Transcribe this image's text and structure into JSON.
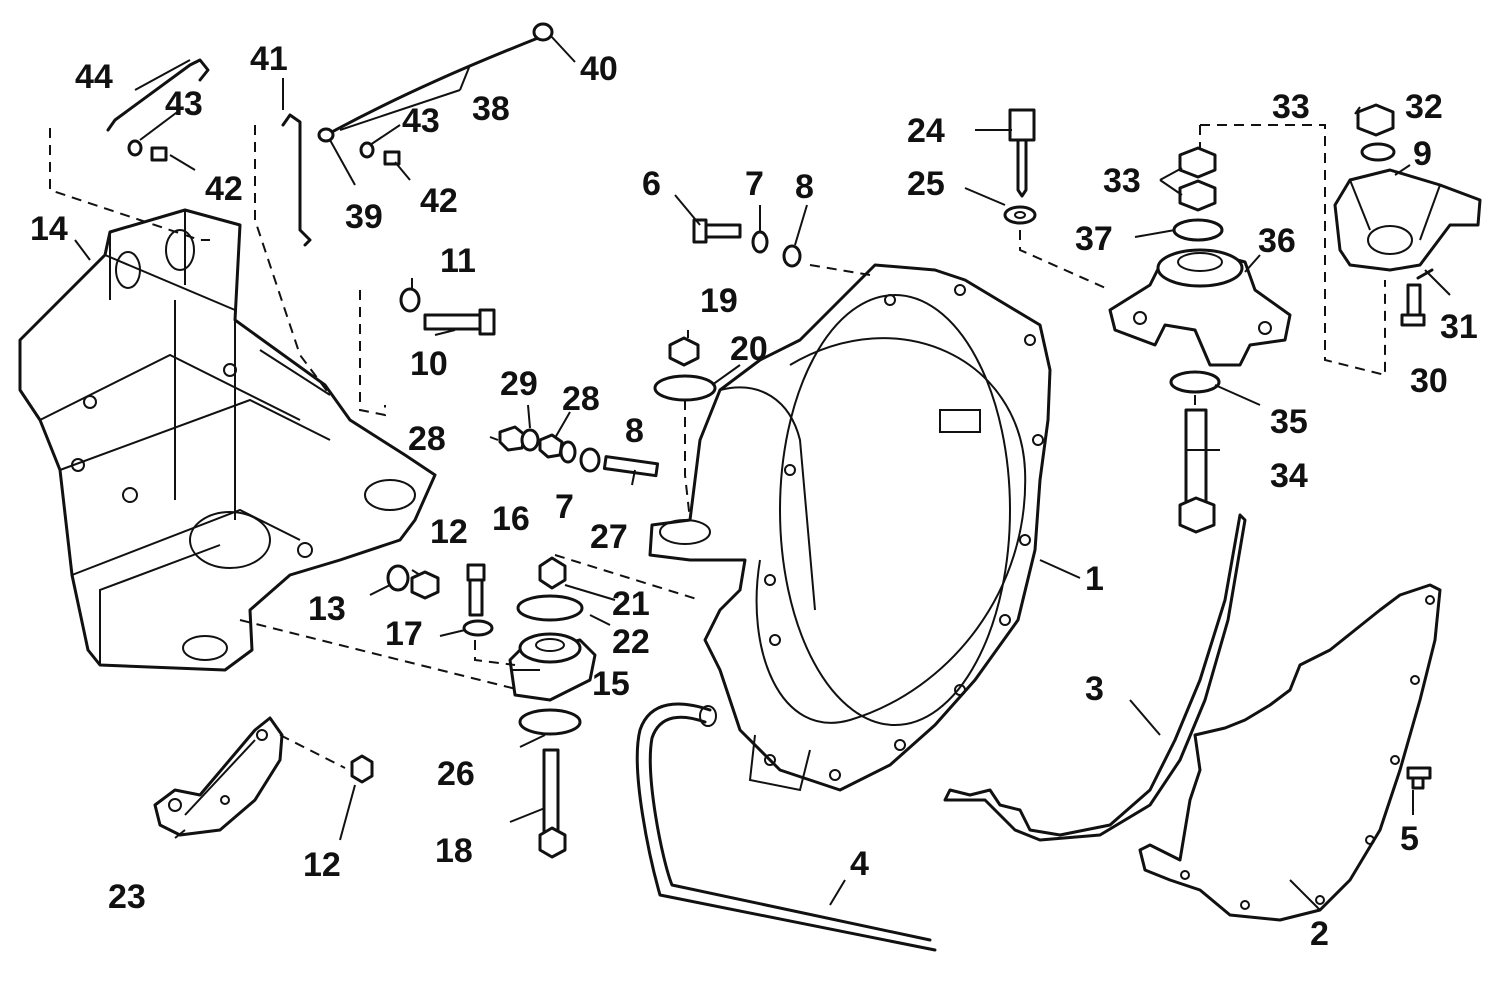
{
  "callouts": {
    "c1": "1",
    "c2": "2",
    "c3": "3",
    "c4": "4",
    "c5": "5",
    "c6": "6",
    "c7a": "7",
    "c7b": "7",
    "c8a": "8",
    "c8b": "8",
    "c9": "9",
    "c10": "10",
    "c11": "11",
    "c12a": "12",
    "c12b": "12",
    "c13": "13",
    "c14": "14",
    "c15": "15",
    "c16": "16",
    "c17": "17",
    "c18": "18",
    "c19": "19",
    "c20": "20",
    "c21": "21",
    "c22": "22",
    "c23": "23",
    "c24": "24",
    "c25": "25",
    "c26": "26",
    "c27": "27",
    "c28a": "28",
    "c28b": "28",
    "c29": "29",
    "c30": "30",
    "c31": "31",
    "c32": "32",
    "c33a": "33",
    "c33b": "33",
    "c34": "34",
    "c35": "35",
    "c36": "36",
    "c37": "37",
    "c38": "38",
    "c39": "39",
    "c40": "40",
    "c41": "41",
    "c42a": "42",
    "c42b": "42",
    "c43a": "43",
    "c43b": "43",
    "c44": "44"
  }
}
